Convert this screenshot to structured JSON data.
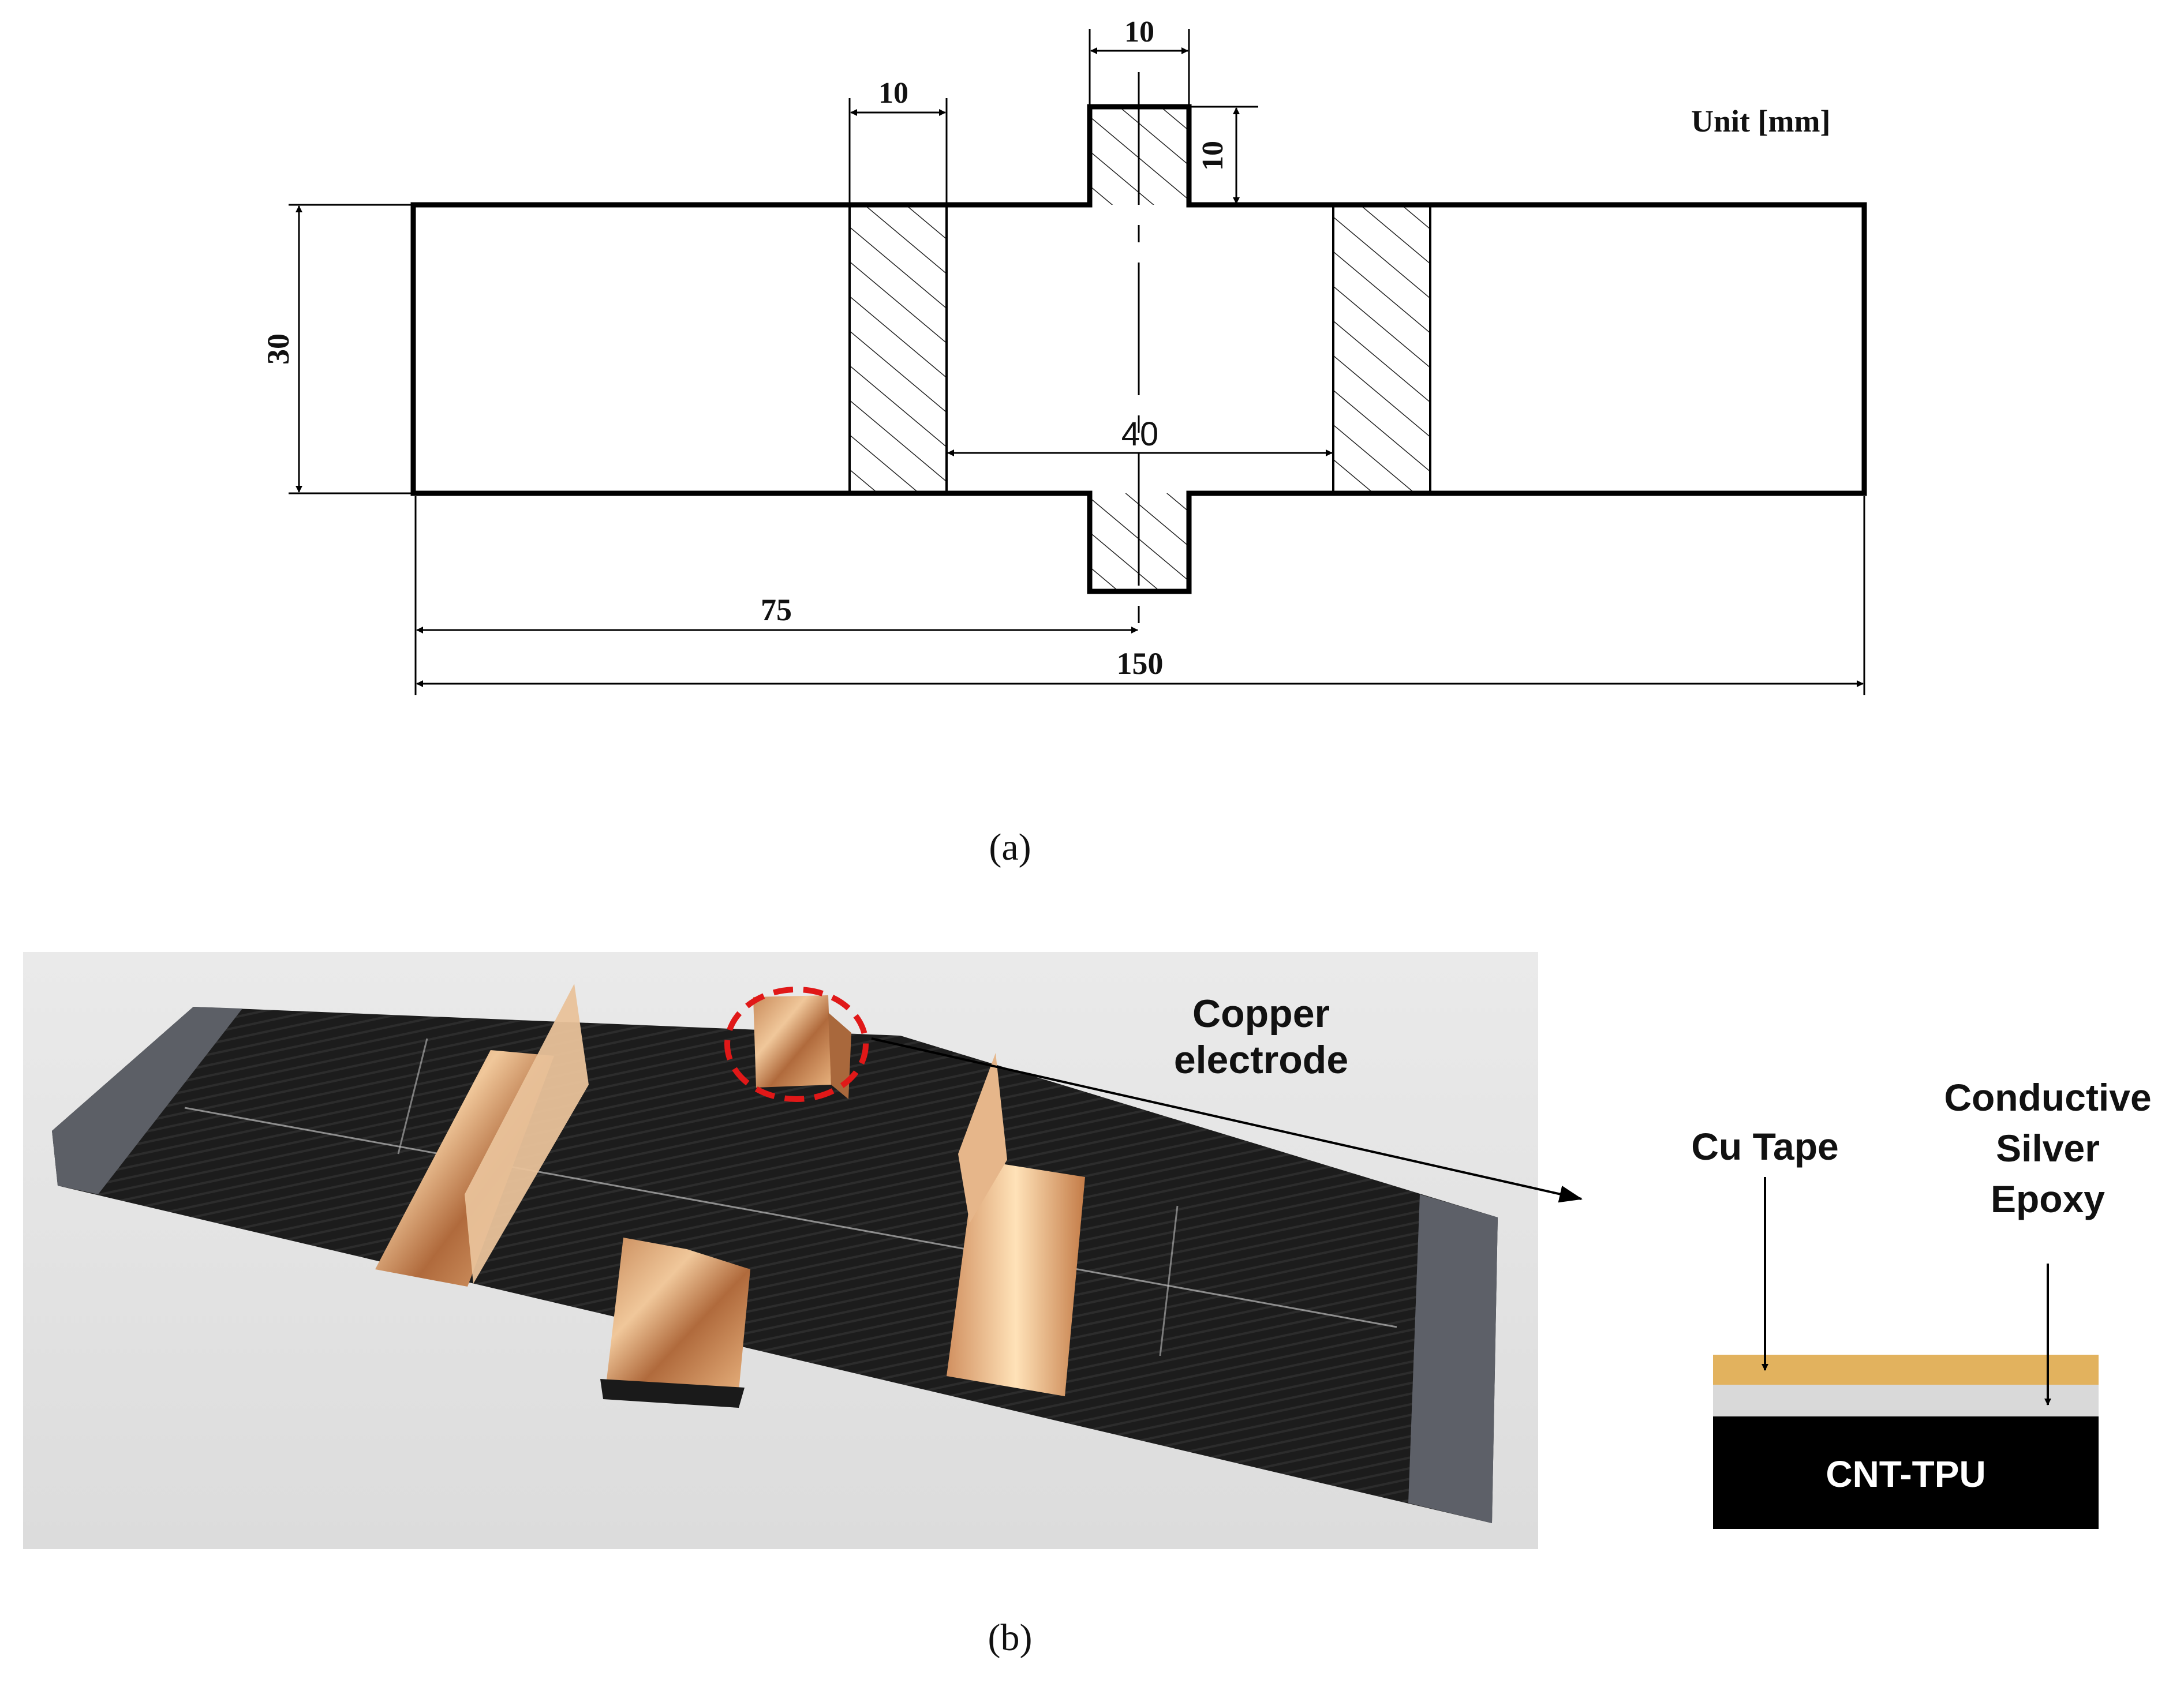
{
  "drawing": {
    "unit_label": "Unit [mm]",
    "dims": {
      "top_tab_width": "10",
      "electrode_width": "10",
      "top_tab_height": "10",
      "strip_height": "30",
      "electrode_spacing": "40",
      "half_length": "75",
      "total_length": "150"
    }
  },
  "captions": {
    "a": "(a)",
    "b": "(b)"
  },
  "photo": {
    "callout_label_line1": "Copper",
    "callout_label_line2": "electrode"
  },
  "layers": {
    "cu_tape_label": "Cu Tape",
    "silver_label_line1": "Conductive",
    "silver_label_line2": "Silver",
    "silver_label_line3": "Epoxy",
    "substrate_label": "CNT-TPU",
    "colors": {
      "cu_tape": "#e2b25e",
      "silver_epoxy": "#d9d9d9",
      "substrate": "#000000"
    }
  }
}
